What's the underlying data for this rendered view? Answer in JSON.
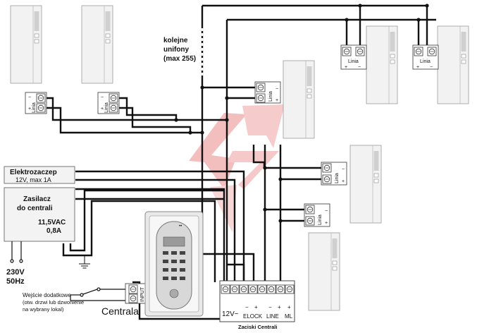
{
  "diagram": {
    "extra_handsets_label_l1": "kolejne",
    "extra_handsets_label_l2": "unifony",
    "extra_handsets_label_l3": "(max 255)",
    "door_release_label": "Elektrozaczep",
    "door_release_spec": "12V, max 1A",
    "psu_label_l1": "Zasilacz",
    "psu_label_l2": "do centrali",
    "psu_output_voltage": "11,5VAC",
    "psu_output_current": "0,8A",
    "mains_voltage": "230V",
    "mains_frequency": "50Hz",
    "aux_input_l1": "Wejście dodatkowe",
    "aux_input_l2": "(otw. drzwi lub dzwonienie",
    "aux_input_l3": "na wybrany lokal)",
    "aux_input_tag": "INPUT",
    "panel_name": "Centrala",
    "terminal_block_caption": "Zaciski Centrali",
    "terminal_12v": "12V~",
    "terminal_elock": "ELOCK",
    "terminal_line": "LINE",
    "terminal_ml": "ML",
    "plus": "+",
    "minus": "−",
    "line_terminal_label": "Linia"
  }
}
